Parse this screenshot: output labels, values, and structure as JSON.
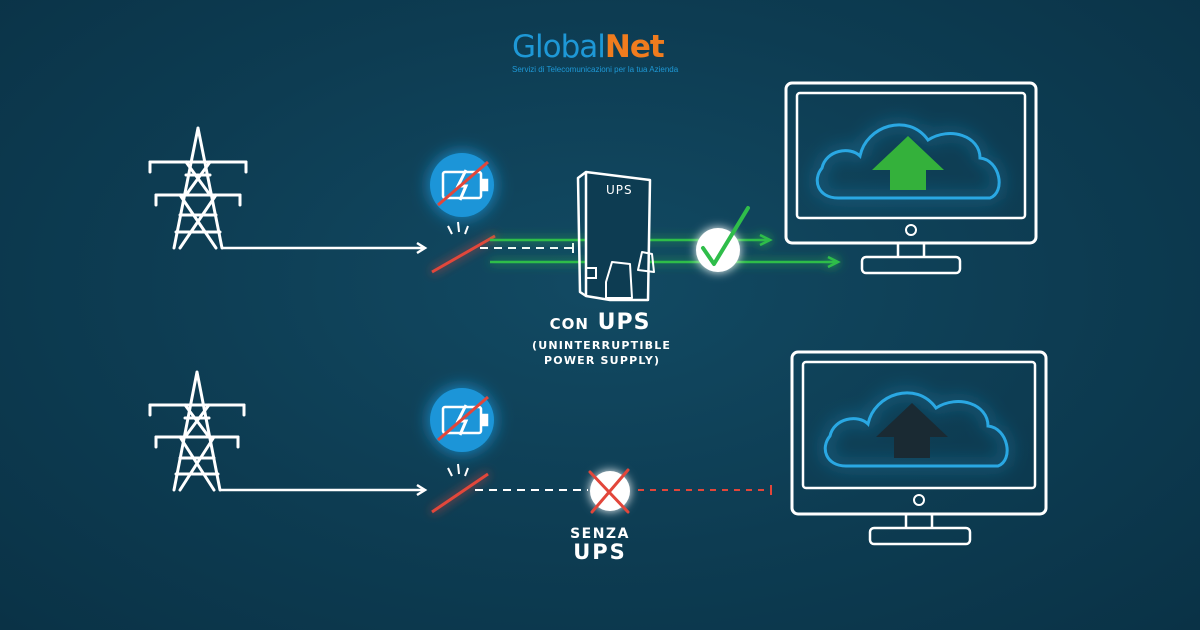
{
  "brand": {
    "name_part1": "Global",
    "name_part2": "Net",
    "tagline": "Servizi di Telecomunicazioni per la tua Azienda",
    "color_part1": "#1e98d6",
    "color_part2": "#f07c1e"
  },
  "top_scenario": {
    "label_prefix": "CON",
    "label_main": "UPS",
    "sub_line1": "(UNINTERRUPTIBLE",
    "sub_line2": "POWER SUPPLY)",
    "device_tag": "UPS",
    "status_icon": "check-icon",
    "upload_arrow_color": "#34b13b"
  },
  "bottom_scenario": {
    "label_line1": "SENZA",
    "label_line2": "UPS",
    "status_icon": "cross-icon",
    "upload_arrow_color": "#1a2a33"
  },
  "colors": {
    "background": "#0d3c52",
    "line": "#ffffff",
    "power_ok": "#2fbd4a",
    "power_fail": "#e2463a",
    "battery_badge": "#1b95d8"
  }
}
